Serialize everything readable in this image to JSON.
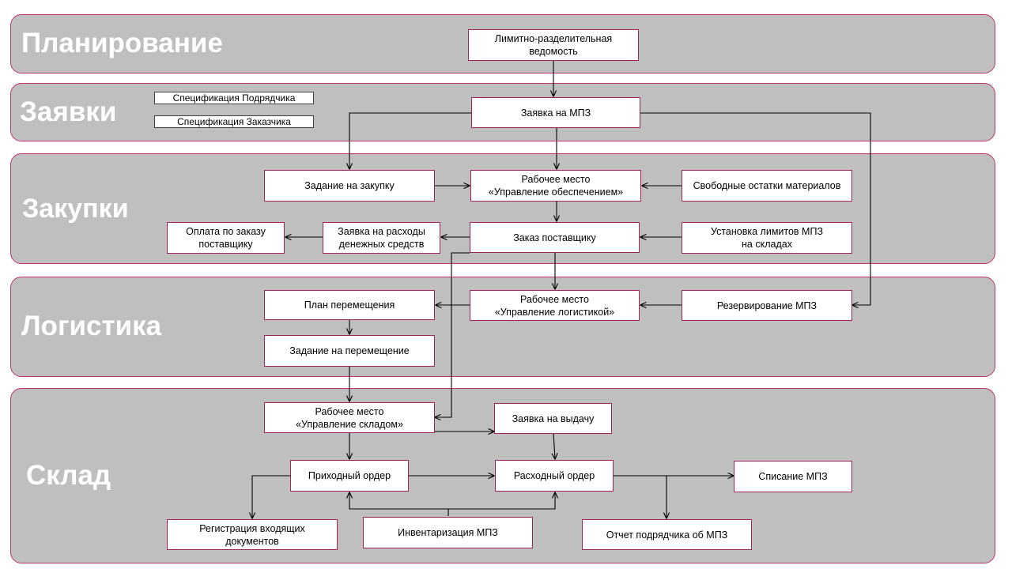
{
  "lanes": {
    "planning": "Планирование",
    "requests": "Заявки",
    "purchasing": "Закупки",
    "logistics": "Логистика",
    "warehouse": "Склад"
  },
  "specs": {
    "contractor": "Спецификация Подрядчика",
    "customer": "Спецификация Заказчика"
  },
  "nodes": {
    "limit_sheet": "Лимитно-разделительная\nведомость",
    "mpz_request": "Заявка на МПЗ",
    "purchase_task": "Задание на закупку",
    "supply_workplace": "Рабочее место\n«Управление обеспечением»",
    "free_leftovers": "Свободные  остатки материалов",
    "supplier_payment": "Оплата по заказу\nпоставщику",
    "cash_request": "Заявка на расходы\nденежных средств",
    "supplier_order": "Заказ поставщику",
    "mpz_limits": "Установка лимитов МПЗ\nна складах",
    "move_plan": "План перемещения",
    "logistics_workplace": "Рабочее место\n«Управление логистикой»",
    "mpz_reserve": "Резервирование МПЗ",
    "move_task": "Задание на перемещение",
    "warehouse_workplace": "Рабочее место\n«Управление складом»",
    "issue_request": "Заявка на выдачу",
    "receipt_order": "Приходный ордер",
    "expense_order": "Расходный ордер",
    "mpz_writeoff": "Списание МПЗ",
    "incoming_docs": "Регистрация входящих\nдокументов",
    "mpz_inventory": "Инвентаризация МПЗ",
    "contractor_report": "Отчет подрядчика об МПЗ"
  },
  "colors": {
    "lane_fill": "#bfbfbf",
    "lane_border": "#c0336e",
    "box_border": "#a0245a",
    "lane_title": "#ffffff",
    "connector": "#000000"
  }
}
